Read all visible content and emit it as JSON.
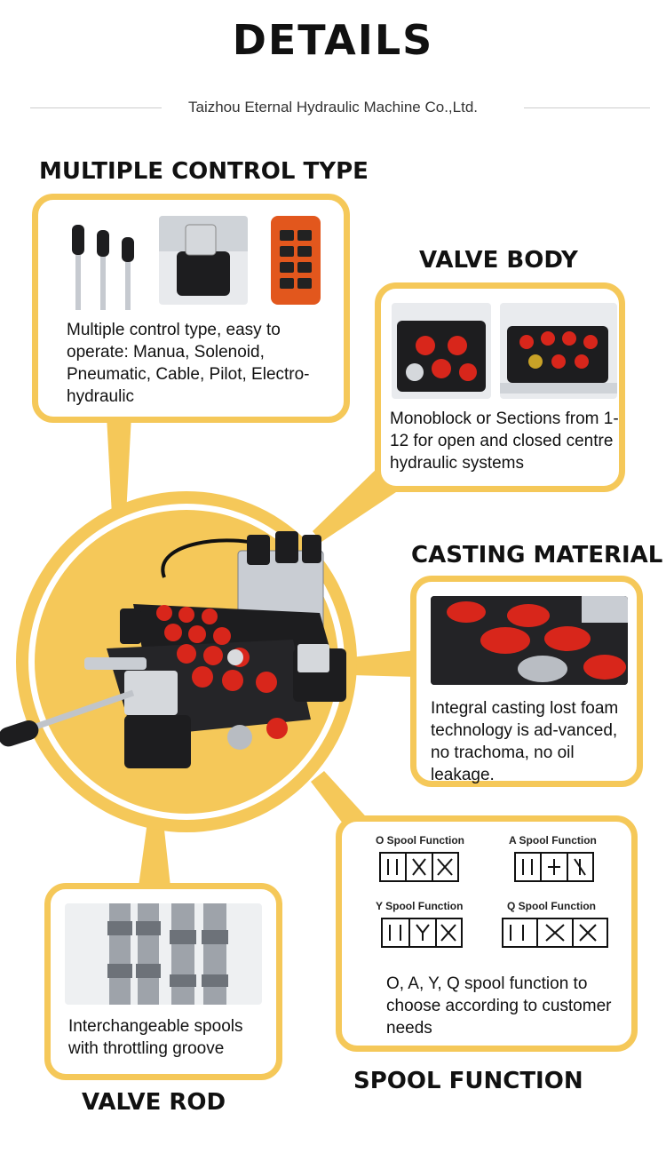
{
  "header": {
    "title": "DETAILS",
    "company": "Taizhou Eternal Hydraulic Machine Co.,Ltd."
  },
  "sections": {
    "control_type": {
      "heading": "MULTIPLE CONTROL TYPE",
      "text": "Multiple control type, easy to operate: Manua, Solenoid, Pneumatic, Cable, Pilot, Electro-hydraulic"
    },
    "valve_body": {
      "heading": "VALVE BODY",
      "text": "Monoblock or Sections from 1-12 for open and closed centre hydraulic systems"
    },
    "casting_material": {
      "heading": "CASTING MATERIAL",
      "text": "Integral casting lost foam technology is ad-vanced, no trachoma, no oil leakage."
    },
    "spool_function": {
      "heading": "SPOOL FUNCTION",
      "labels": [
        "O Spool Function",
        "A Spool Function",
        "Y Spool Function",
        "Q Spool Function"
      ],
      "text": "O, A, Y, Q spool function to choose according to customer needs"
    },
    "valve_rod": {
      "heading": "VALVE ROD",
      "text": "Interchangeable spools with throttling groove"
    }
  },
  "colors": {
    "accent": "#f5c859",
    "valve_red": "#d8261b",
    "valve_body": "#1d1d1f"
  }
}
